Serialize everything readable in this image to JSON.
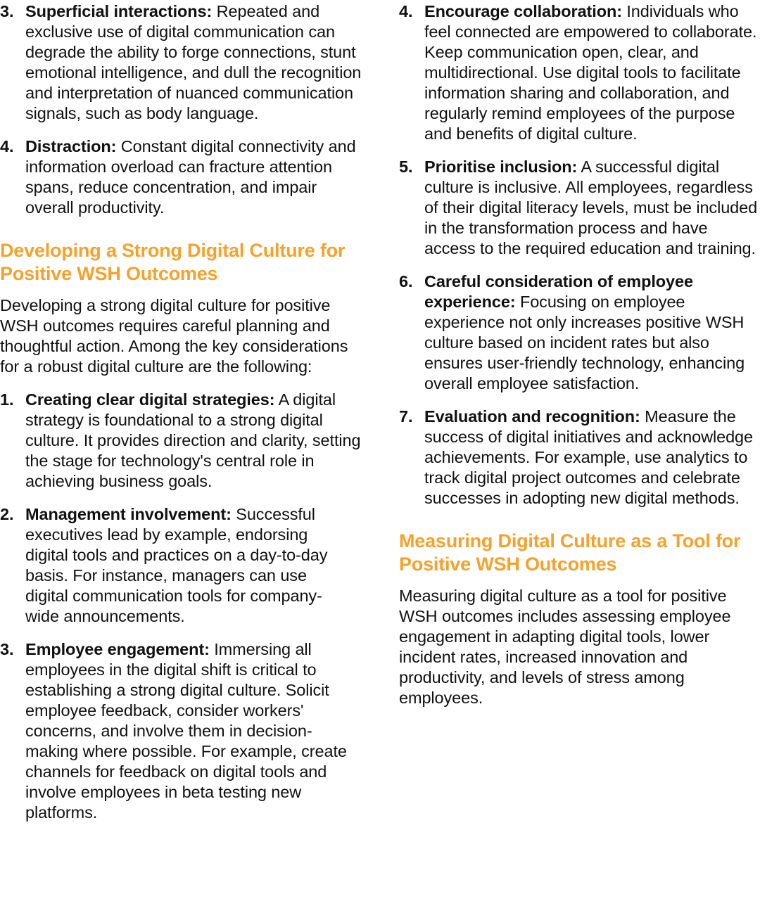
{
  "theme": {
    "heading_color": "#F7A12A",
    "text_color": "#111111"
  },
  "left_column": {
    "risks_continued": [
      {
        "number": "3.",
        "term": "Superficial interactions:",
        "text": " Repeated and exclusive use of digital communication can degrade the ability to forge connections, stunt emotional intelligence, and dull the recognition and interpretation of nuanced communication signals, such as body language."
      },
      {
        "number": "4.",
        "term": "Distraction:",
        "text": " Constant digital connectivity and information overload can fracture attention spans, reduce concentration, and impair overall productivity."
      }
    ],
    "section_heading": "Developing a Strong Digital Culture for Positive WSH Outcomes",
    "intro": "Developing a strong digital culture for positive WSH outcomes requires careful planning and thoughtful action. Among the key considerations for a robust digital culture are the following:",
    "considerations": [
      {
        "number": "1.",
        "term": "Creating clear digital strategies:",
        "text": " A digital strategy is foundational to a strong digital culture. It provides direction and clarity, setting the stage for technology's central role in achieving business goals."
      },
      {
        "number": "2.",
        "term": "Management involvement:",
        "text": " Successful executives lead by example, endorsing digital tools and practices on a day-to-day basis. For instance, managers can use digital communication tools for company-wide announcements."
      },
      {
        "number": "3.",
        "term": "Employee engagement:",
        "text": " Immersing all employees in the digital shift is critical to establishing a strong digital culture. Solicit employee feedback, consider workers' concerns, and involve them in decision-making where possible. For example, create channels for feedback on digital tools and involve employees in beta testing new platforms."
      }
    ]
  },
  "right_column": {
    "considerations_continued": [
      {
        "number": "4.",
        "term": "Encourage collaboration:",
        "text": " Individuals who feel connected are empowered to collaborate. Keep communication open, clear, and multidirectional. Use digital tools to facilitate information sharing and collaboration, and regularly remind employees of the purpose and benefits of digital culture."
      },
      {
        "number": "5.",
        "term": "Prioritise inclusion:",
        "text": " A successful digital culture is inclusive. All employees, regardless of their digital literacy levels, must be included in the transformation process and have access to the required education and training."
      },
      {
        "number": "6.",
        "term": "Careful consideration of employee experience:",
        "text": " Focusing on employee experience not only increases positive WSH culture based on incident rates but also ensures user-friendly technology, enhancing overall employee satisfaction."
      },
      {
        "number": "7.",
        "term": "Evaluation and recognition:",
        "text": " Measure the success of digital initiatives and acknowledge achievements. For example, use analytics to track digital project outcomes and celebrate successes in adopting new digital methods."
      }
    ],
    "section_heading": "Measuring Digital Culture as a Tool for Positive WSH Outcomes",
    "body": "Measuring digital culture as a tool for positive WSH outcomes includes assessing employee engagement in adapting digital tools, lower incident rates, increased innovation and productivity, and levels of stress among employees."
  }
}
